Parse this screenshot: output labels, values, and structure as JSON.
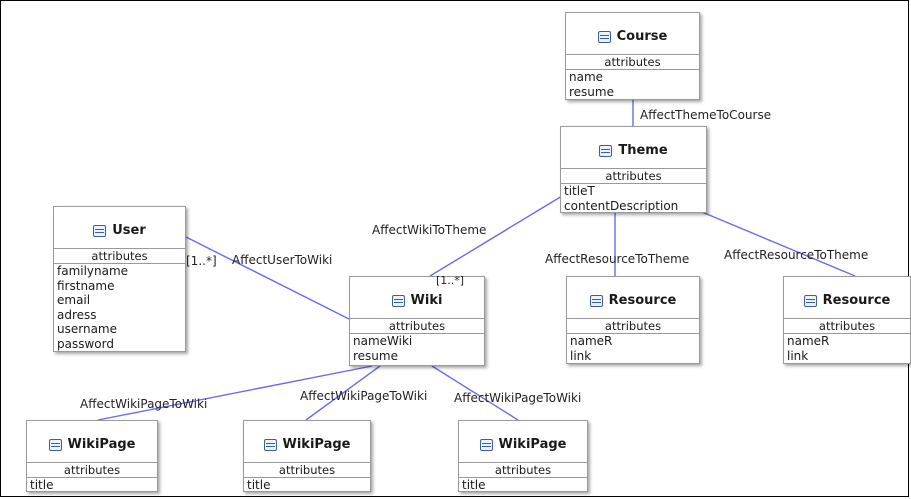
{
  "classes": {
    "course": {
      "name": "Course",
      "section": "attributes",
      "attrs": [
        "name",
        "resume"
      ]
    },
    "theme": {
      "name": "Theme",
      "section": "attributes",
      "attrs": [
        "titleT",
        "contentDescription"
      ]
    },
    "user": {
      "name": "User",
      "section": "attributes",
      "attrs": [
        "familyname",
        "firstname",
        "email",
        "adress",
        "username",
        "password"
      ]
    },
    "wiki": {
      "name": "Wiki",
      "section": "attributes",
      "attrs": [
        "nameWiki",
        "resume"
      ]
    },
    "resource1": {
      "name": "Resource",
      "section": "attributes",
      "attrs": [
        "nameR",
        "link"
      ]
    },
    "resource2": {
      "name": "Resource",
      "section": "attributes",
      "attrs": [
        "nameR",
        "link"
      ]
    },
    "wikipage1": {
      "name": "WikiPage",
      "section": "attributes",
      "attrs": [
        "title"
      ]
    },
    "wikipage2": {
      "name": "WikiPage",
      "section": "attributes",
      "attrs": [
        "title"
      ]
    },
    "wikipage3": {
      "name": "WikiPage",
      "section": "attributes",
      "attrs": [
        "title"
      ]
    }
  },
  "associations": {
    "theme_course": "AffectThemeToCourse",
    "wiki_theme": "AffectWikiToTheme",
    "user_wiki": "AffectUserToWiki",
    "resource1_theme": "AffectResourceToTheme",
    "resource2_theme": "AffectResourceToTheme",
    "wikipage1_wiki": "AffectWikiPageToWiki",
    "wikipage2_wiki": "AffectWikiPageToWiki",
    "wikipage3_wiki": "AffectWikiPageToWiki"
  },
  "multiplicities": {
    "user_wiki_end": "[1..*]",
    "wiki_theme_end": "[1..*]"
  },
  "colors": {
    "link": "#6b6bf0",
    "icon": "#3b5da8"
  }
}
